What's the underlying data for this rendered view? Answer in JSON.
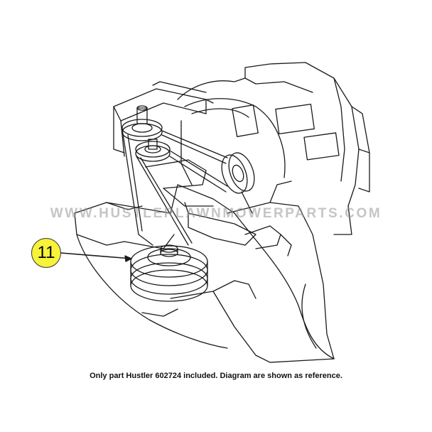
{
  "diagram": {
    "callout_number": "11",
    "watermark": "WWW.HUSTLERLAWNMOWERPARTS.COM",
    "caption": "Only part Hustler 602724 included. Diagram are shown as reference."
  },
  "colors": {
    "line": "#1a1a1a",
    "callout_fill": "#f7f23a",
    "watermark": "#969696"
  }
}
